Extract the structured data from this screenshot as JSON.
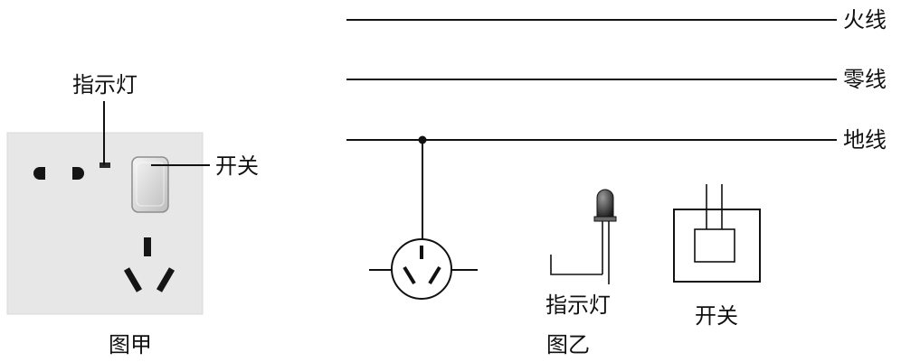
{
  "figure_a": {
    "caption": "图甲",
    "labels": {
      "indicator": "指示灯",
      "switch": "开关"
    }
  },
  "figure_b": {
    "caption": "图乙",
    "wires": {
      "live": "火线",
      "neutral": "零线",
      "ground": "地线"
    },
    "labels": {
      "indicator": "指示灯",
      "switch": "开关"
    }
  },
  "colors": {
    "line": "#111111",
    "panel": "#e7e7e7",
    "button": "#d8d8d8"
  }
}
